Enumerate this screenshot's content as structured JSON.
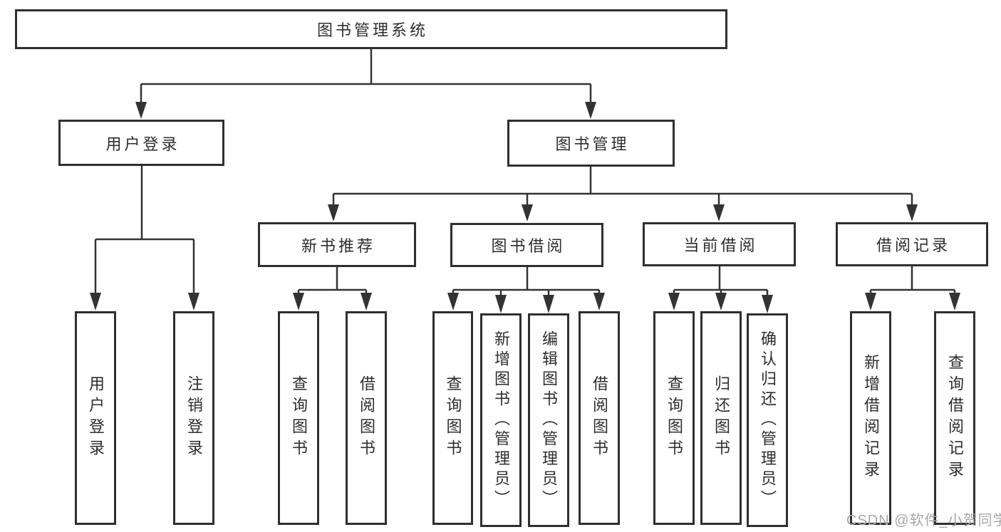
{
  "diagram": {
    "title": "图书管理系统",
    "branches": [
      {
        "label": "用户登录",
        "children": [
          {
            "label": "用户登录"
          },
          {
            "label": "注销登录"
          }
        ]
      },
      {
        "label": "图书管理",
        "children": [
          {
            "label": "新书推荐",
            "children": [
              {
                "label": "查询图书"
              },
              {
                "label": "借阅图书"
              }
            ]
          },
          {
            "label": "图书借阅",
            "children": [
              {
                "label": "查询图书"
              },
              {
                "label": "新增图书（管理员）"
              },
              {
                "label": "编辑图书（管理员）"
              },
              {
                "label": "借阅图书"
              }
            ]
          },
          {
            "label": "当前借阅",
            "children": [
              {
                "label": "查询图书"
              },
              {
                "label": "归还图书"
              },
              {
                "label": "确认归还（管理员）"
              }
            ]
          },
          {
            "label": "借阅记录",
            "children": [
              {
                "label": "新增借阅记录"
              },
              {
                "label": "查询借阅记录"
              }
            ]
          }
        ]
      }
    ]
  },
  "watermark": {
    "text": "CSDN @软件_小贺同学"
  },
  "colors": {
    "line": "#333333",
    "border": "#2f2f2f",
    "text": "#2d2d2d",
    "watermark_text": "#a7a7a7",
    "background": "#ffffff"
  }
}
